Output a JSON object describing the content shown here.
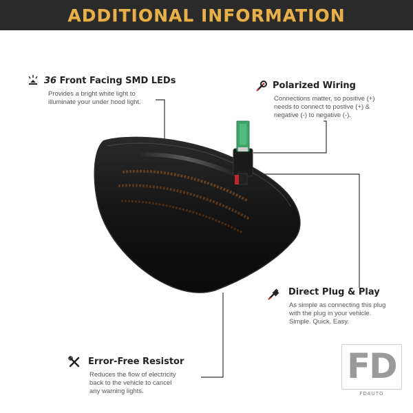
{
  "header": {
    "title": "ADDITIONAL INFORMATION"
  },
  "features": {
    "leds": {
      "title_num": "36",
      "title_rest": " Front Facing SMD LEDs",
      "desc": [
        "Provides a bright white light to",
        "illuminate your under hood light."
      ],
      "icon": "light-rays-icon"
    },
    "wiring": {
      "title": "Polarized Wiring",
      "desc": [
        "Connections matter, so positive (+)",
        "needs to connect to postive (+) &",
        "negative (-) to negative (-)."
      ],
      "icon": "wrench-plug-icon"
    },
    "plug": {
      "title": "Direct Plug & Play",
      "desc": [
        "As simple as connecting this plug",
        "with the plug in your vehicle.",
        "Simple. Quick. Easy."
      ],
      "icon": "plug-icon"
    },
    "resistor": {
      "title": "Error-Free Resistor",
      "desc": [
        "Reduces the flow of electricity",
        "back to the vehicle to cancel",
        "any warning lights."
      ],
      "icon": "tools-icon"
    }
  },
  "logo": {
    "mark": "FD",
    "name": "FDAUTO"
  },
  "colors": {
    "banner_bg": "#2a2a2a",
    "banner_text": "#e8b04a",
    "lens": "#121212",
    "led_amber": "#7a4a20",
    "pcb_green": "#3fa36a"
  }
}
